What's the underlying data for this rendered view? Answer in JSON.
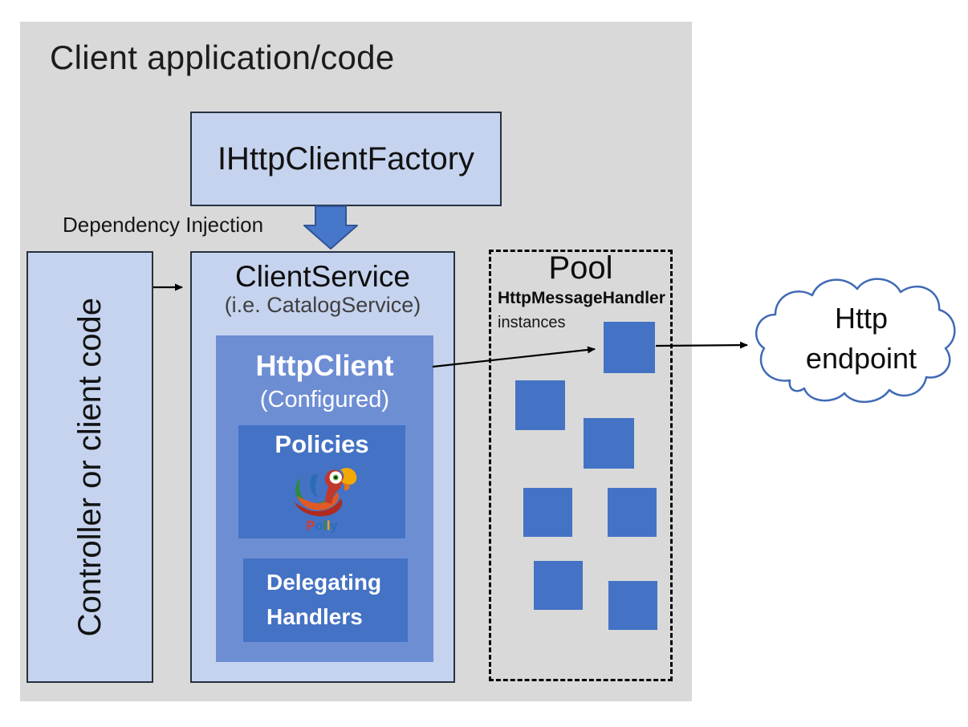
{
  "panel": {
    "title": "Client application/code"
  },
  "factory": {
    "label": "IHttpClientFactory"
  },
  "dependency_injection": {
    "label": "Dependency Injection"
  },
  "controller": {
    "label": "Controller or client code"
  },
  "service": {
    "title": "ClientService",
    "subtitle": "(i.e. CatalogService)",
    "httpclient": {
      "title": "HttpClient",
      "subtitle": "(Configured)",
      "policies": {
        "title": "Policies",
        "logo_text": "Polly"
      },
      "handlers": {
        "label": "Delegating Handlers"
      }
    }
  },
  "pool": {
    "title": "Pool",
    "type_label": "HttpMessageHandler",
    "instances_label": "instances",
    "instances_count": 7
  },
  "endpoint": {
    "label": "Http endpoint"
  },
  "colors": {
    "panel_gray": "#d9d9d9",
    "light_blue": "#c5d3ee",
    "medium_blue": "#6e8ed4",
    "dark_blue": "#4472c4",
    "big_arrow_fill": "#4777c8",
    "big_arrow_stroke": "#2f5597",
    "cloud_stroke": "#3f6ab5",
    "connector_black": "#000000"
  }
}
